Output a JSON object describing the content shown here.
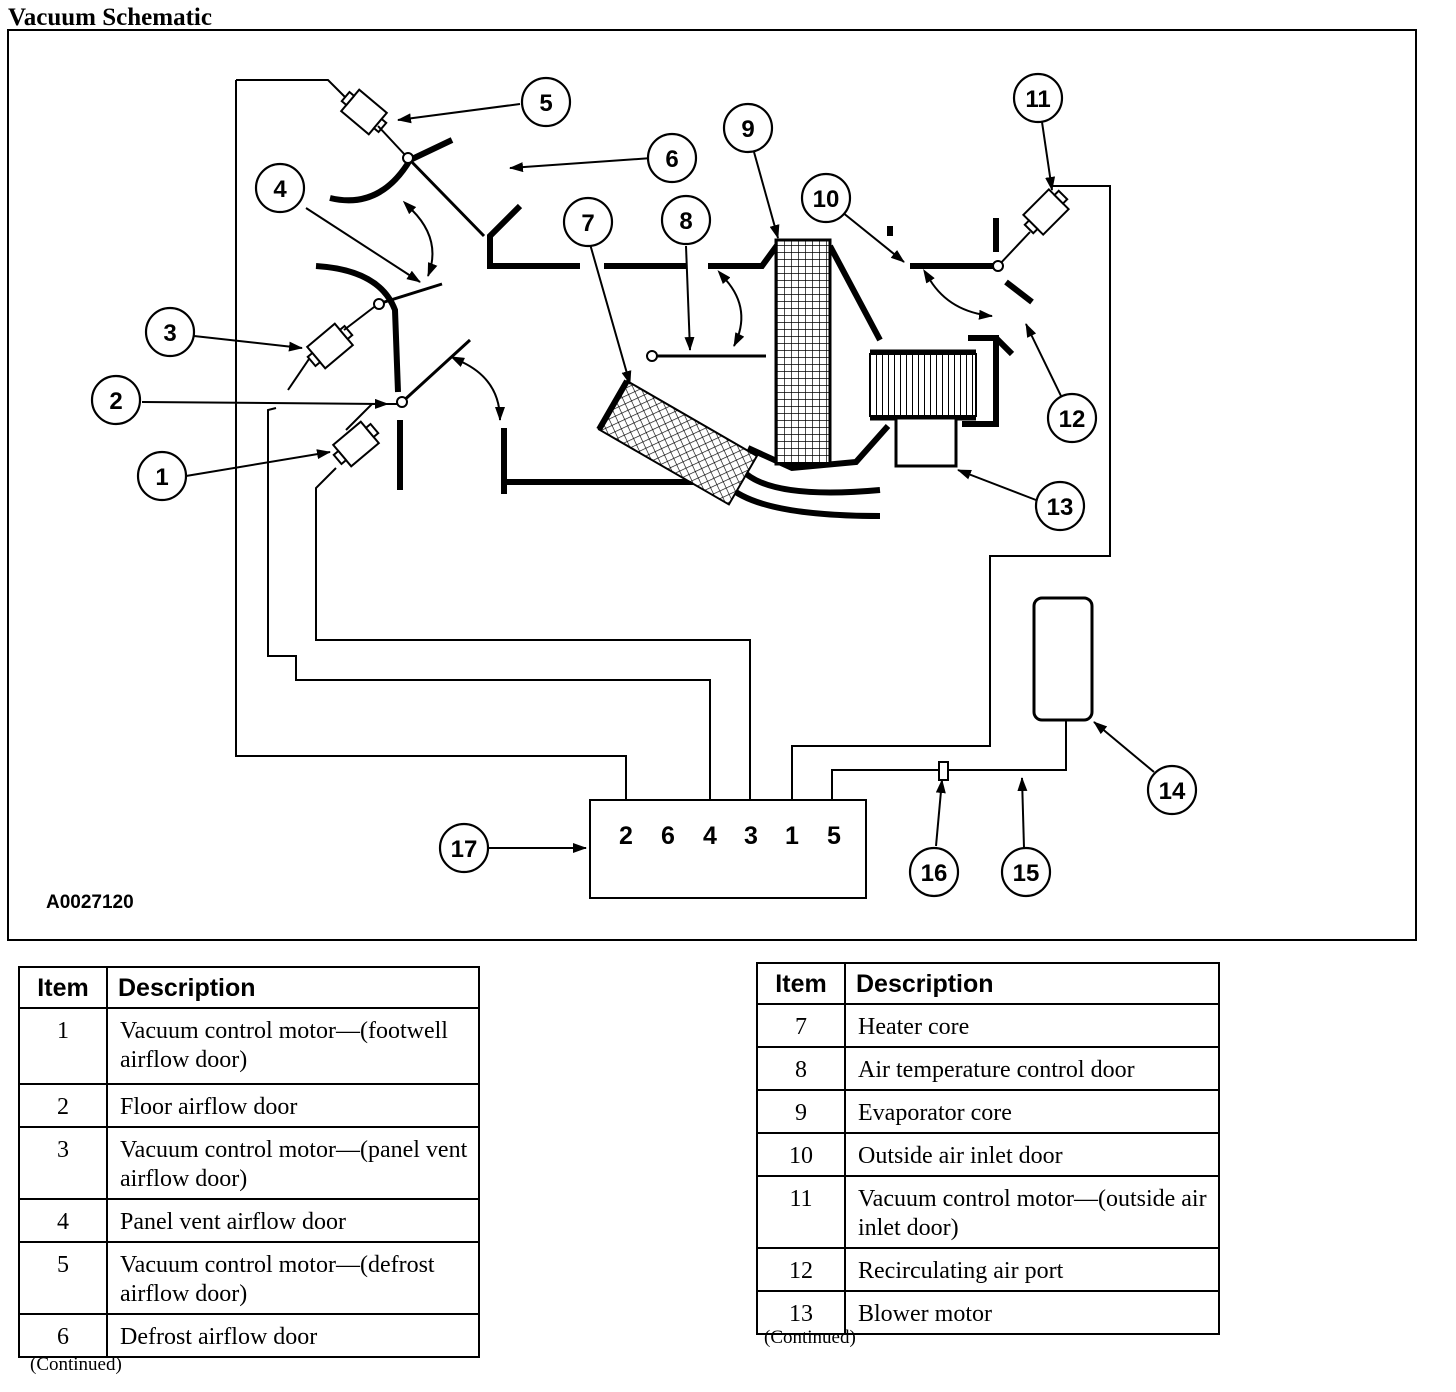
{
  "title": "Vacuum Schematic",
  "figure_id": "A0027120",
  "callouts": [
    "1",
    "2",
    "3",
    "4",
    "5",
    "6",
    "7",
    "8",
    "9",
    "10",
    "11",
    "12",
    "13",
    "14",
    "15",
    "16",
    "17"
  ],
  "connector_ports": [
    "2",
    "6",
    "4",
    "3",
    "1",
    "5"
  ],
  "table_left": {
    "header_item": "Item",
    "header_desc": "Description",
    "rows": [
      {
        "item": "1",
        "desc": "Vacuum control motor—(footwell airflow door)"
      },
      {
        "item": "2",
        "desc": "Floor airflow door"
      },
      {
        "item": "3",
        "desc": "Vacuum control motor—(panel vent airflow door)"
      },
      {
        "item": "4",
        "desc": "Panel vent airflow door"
      },
      {
        "item": "5",
        "desc": "Vacuum control motor—(defrost airflow door)"
      },
      {
        "item": "6",
        "desc": "Defrost airflow door"
      }
    ],
    "continued": "(Continued)"
  },
  "table_right": {
    "header_item": "Item",
    "header_desc": "Description",
    "rows": [
      {
        "item": "7",
        "desc": "Heater core"
      },
      {
        "item": "8",
        "desc": "Air temperature control door"
      },
      {
        "item": "9",
        "desc": "Evaporator core"
      },
      {
        "item": "10",
        "desc": "Outside air inlet door"
      },
      {
        "item": "11",
        "desc": "Vacuum control motor—(outside air inlet door)"
      },
      {
        "item": "12",
        "desc": "Recirculating air port"
      },
      {
        "item": "13",
        "desc": "Blower motor"
      }
    ],
    "continued": "(Continued)"
  }
}
